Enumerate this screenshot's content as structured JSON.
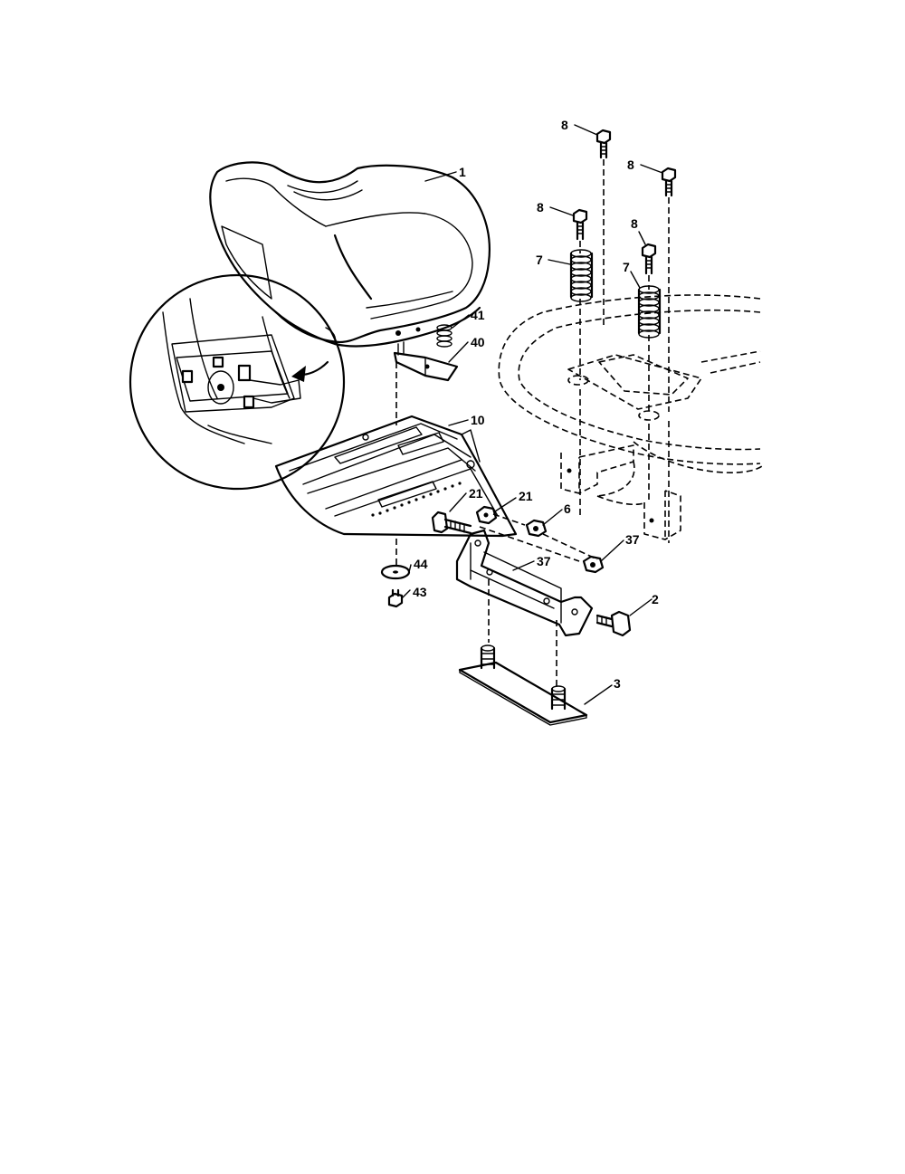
{
  "diagram": {
    "callouts": [
      {
        "id": "seat",
        "label": "1"
      },
      {
        "id": "bolt-top-left",
        "label": "8"
      },
      {
        "id": "bolt-top-right",
        "label": "8"
      },
      {
        "id": "bolt-mid-left",
        "label": "8"
      },
      {
        "id": "bolt-mid-right",
        "label": "8"
      },
      {
        "id": "spring-left",
        "label": "7"
      },
      {
        "id": "spring-right",
        "label": "7"
      },
      {
        "id": "spring-small",
        "label": "41"
      },
      {
        "id": "switch-bracket",
        "label": "40"
      },
      {
        "id": "seat-pan",
        "label": "10"
      },
      {
        "id": "shoulder-bolt-left",
        "label": "21"
      },
      {
        "id": "shoulder-bolt-right",
        "label": "21"
      },
      {
        "id": "nut-6",
        "label": "6"
      },
      {
        "id": "nut-37-upper",
        "label": "37"
      },
      {
        "id": "nut-37-lower",
        "label": "37"
      },
      {
        "id": "seat-bracket",
        "label": "2"
      },
      {
        "id": "washer",
        "label": "44"
      },
      {
        "id": "screw",
        "label": "43"
      },
      {
        "id": "rail-plate",
        "label": "3"
      }
    ]
  }
}
